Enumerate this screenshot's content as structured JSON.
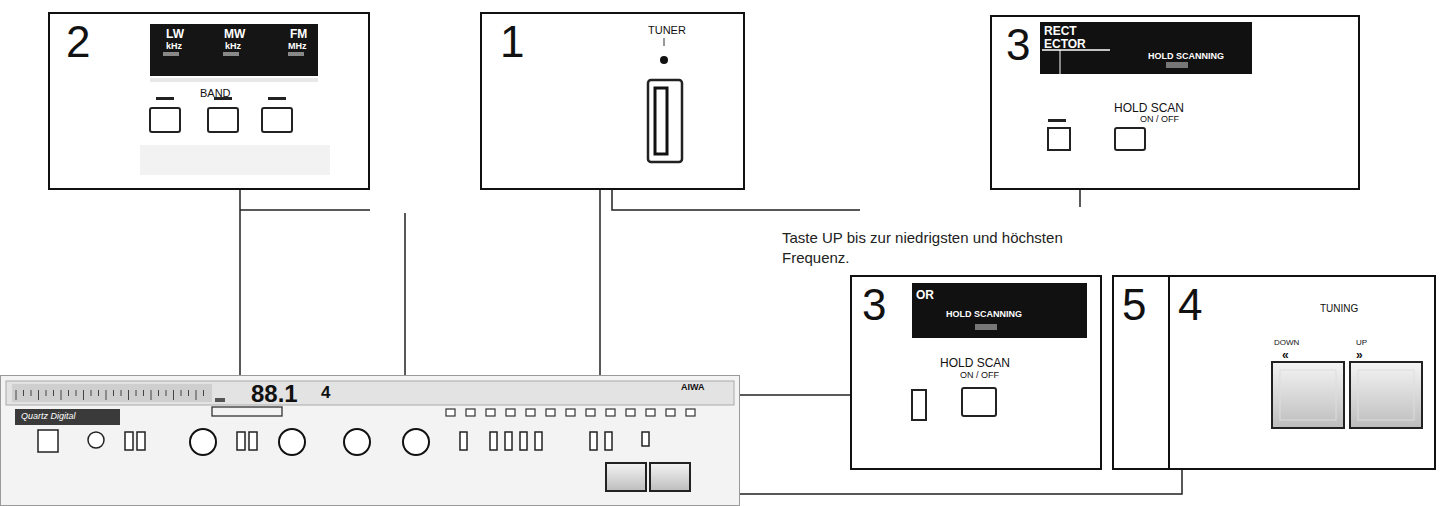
{
  "diagram": {
    "nodes": [
      {
        "text": [
          "2",
          "LW",
          "kHz",
          "MW",
          "kHz",
          "FM",
          "MHz",
          "BAND"
        ]
      },
      {
        "text": [
          "1",
          "TUNER"
        ]
      },
      {
        "text": [
          "3",
          "RECT",
          "ECTOR",
          "HOLD SCANNING",
          "HOLD SCAN",
          "ON / OFF"
        ]
      },
      {
        "text": [
          "3",
          "OR",
          "HOLD SCANNING",
          "HOLD SCAN",
          "ON / OFF"
        ]
      },
      {
        "text": [
          "5"
        ]
      },
      {
        "text": [
          "4",
          "TUNING",
          "DOWN",
          "«",
          "UP",
          "»"
        ]
      },
      {
        "text": [
          "88.1",
          "4",
          "Quartz Digital",
          "AIWA"
        ]
      }
    ],
    "edges": [
      {
        "from": 0,
        "to": 6,
        "arrow": "none"
      },
      {
        "from": 1,
        "to": 6,
        "arrow": "none"
      },
      {
        "from": 3,
        "to": 6,
        "arrow": "none"
      },
      {
        "from": 5,
        "to": 6,
        "arrow": "none"
      }
    ],
    "labels": [
      "Taste UP bis zur niedrigsten und höchsten Frequenz."
    ]
  }
}
